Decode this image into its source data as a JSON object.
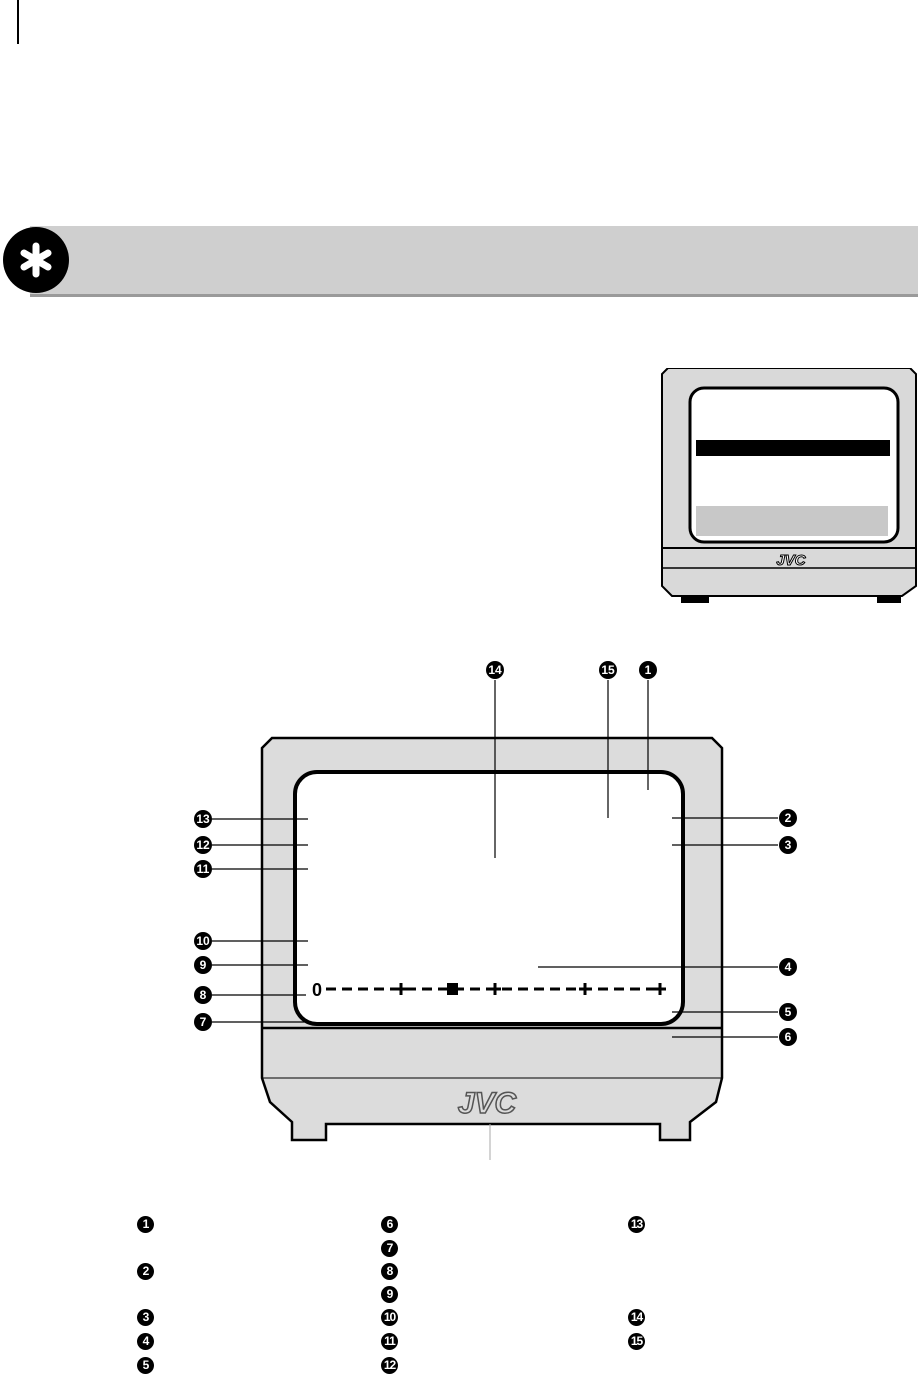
{
  "header": {
    "badge_icon": "asterisk-icon",
    "colors": {
      "banner": "#cfcfcf",
      "badge": "#000000"
    }
  },
  "small_tv": {
    "brand": "JVC",
    "colors": {
      "highlight_bar": "#000000",
      "bottom_bar": "#c8c8c8"
    }
  },
  "diagram": {
    "brand": "JVC",
    "scale_start_label": "0",
    "callouts": [
      "14",
      "15",
      "1",
      "13",
      "12",
      "11",
      "10",
      "9",
      "8",
      "7",
      "2",
      "3",
      "4",
      "5",
      "6"
    ]
  },
  "legend": {
    "column1": [
      "1",
      "2",
      "3",
      "4",
      "5"
    ],
    "column2": [
      "6",
      "7",
      "8",
      "9",
      "10",
      "11",
      "12"
    ],
    "column3": [
      "13",
      "14",
      "15"
    ]
  }
}
